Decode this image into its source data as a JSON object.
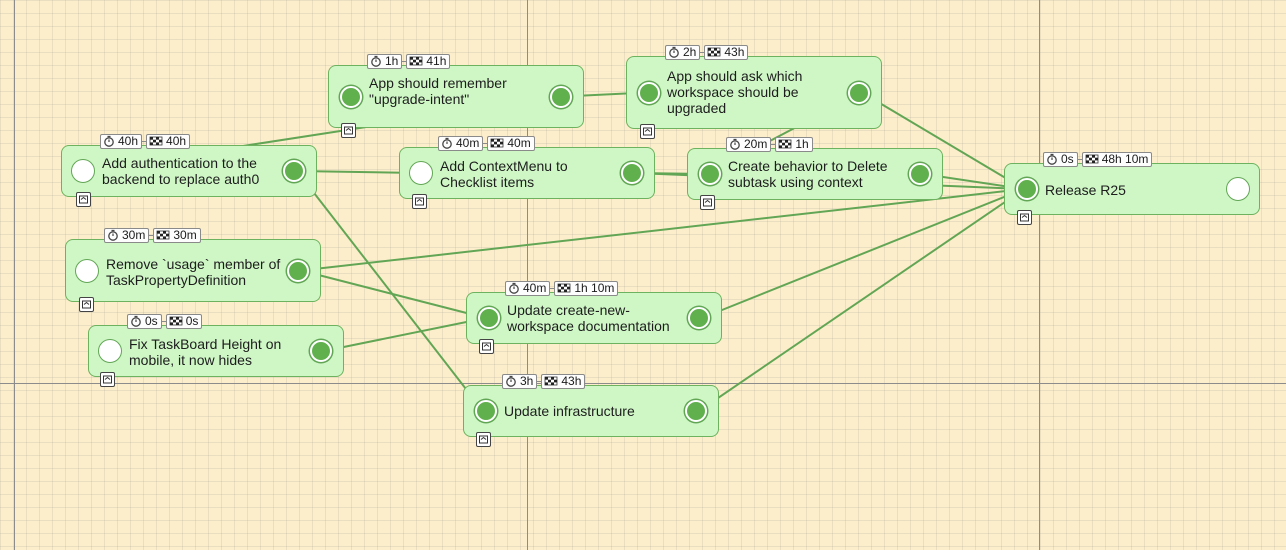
{
  "nodes": [
    {
      "id": "auth",
      "title": "Add authentication to the\nbackend to replace auth0",
      "time": "40h",
      "total": "40h",
      "in_filled": false,
      "out_filled": true
    },
    {
      "id": "intent",
      "title": "App should remember\n\"upgrade-intent\"",
      "time": "1h",
      "total": "41h",
      "in_filled": true,
      "out_filled": true
    },
    {
      "id": "ask",
      "title": "App should ask which\nworkspace should be\nupgraded",
      "time": "2h",
      "total": "43h",
      "in_filled": true,
      "out_filled": true
    },
    {
      "id": "context",
      "title": "Add ContextMenu to\nChecklist items",
      "time": "40m",
      "total": "40m",
      "in_filled": false,
      "out_filled": true
    },
    {
      "id": "delete",
      "title": "Create behavior to Delete\nsubtask using context",
      "time": "20m",
      "total": "1h",
      "in_filled": true,
      "out_filled": true
    },
    {
      "id": "release",
      "title": "Release R25",
      "time": "0s",
      "total": "48h 10m",
      "in_filled": true,
      "out_filled": false
    },
    {
      "id": "usage",
      "title": "Remove `usage` member of\nTaskPropertyDefinition",
      "time": "30m",
      "total": "30m",
      "in_filled": false,
      "out_filled": true
    },
    {
      "id": "docs",
      "title": "Update create-new-\nworkspace documentation",
      "time": "40m",
      "total": "1h 10m",
      "in_filled": true,
      "out_filled": true
    },
    {
      "id": "height",
      "title": "Fix TaskBoard Height on\nmobile, it now hides",
      "time": "0s",
      "total": "0s",
      "in_filled": false,
      "out_filled": true
    },
    {
      "id": "infra",
      "title": "Update infrastructure",
      "time": "3h",
      "total": "43h",
      "in_filled": true,
      "out_filled": true
    }
  ],
  "edges": [
    [
      "auth",
      "context"
    ],
    [
      "auth",
      "infra"
    ],
    [
      "intent",
      "ask"
    ],
    [
      "intent",
      "auth"
    ],
    [
      "ask",
      "release"
    ],
    [
      "ask",
      "delete"
    ],
    [
      "context",
      "delete"
    ],
    [
      "delete",
      "release"
    ],
    [
      "usage",
      "release"
    ],
    [
      "usage",
      "docs"
    ],
    [
      "height",
      "docs"
    ],
    [
      "docs",
      "release"
    ],
    [
      "infra",
      "release"
    ],
    [
      "context",
      "release"
    ]
  ],
  "colors": {
    "canvas": "#fdeecb",
    "node_fill": "#cff7c6",
    "node_border": "#6db25e",
    "edge": "#62a655",
    "port_filled": "#61b04e"
  },
  "icons": {
    "time": "stopwatch-icon",
    "total": "checkered-flag-icon",
    "collapse": "collapse-icon"
  }
}
